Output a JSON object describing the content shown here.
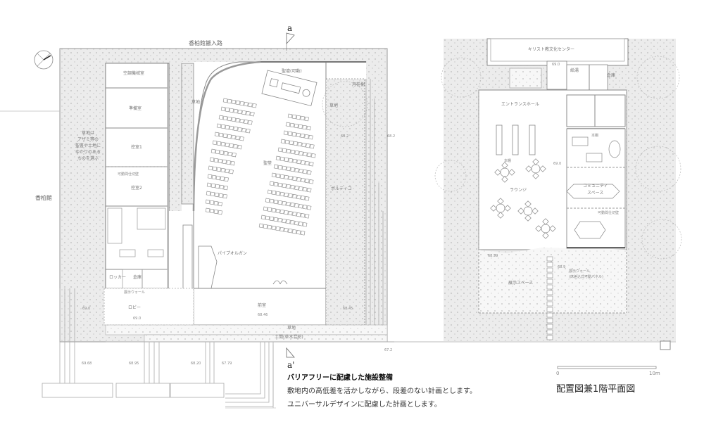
{
  "drawing": {
    "title": "配置図兼1階平面図",
    "scale_bar": {
      "start": "0",
      "end": "10m"
    },
    "section_marks": {
      "top": "a",
      "bottom": "a'"
    }
  },
  "notes": {
    "heading": "バリアフリーに配慮した施設整備",
    "lines": [
      "敷地内の高低差を活かしながら、段差のない計画とします。",
      "ユニバーサルデザインに配慮した計画とします。"
    ]
  },
  "site_labels": {
    "access_road": "香柏館搬入路",
    "neighbor_building": "香柏館",
    "lawn_note": [
      "草地は",
      "アザミ等の",
      "聖書や土地に",
      "ゆかりのある",
      "ものを選ぶ"
    ],
    "lawn_1": "草地",
    "lawn_2": "草地",
    "lawn_3": "草地",
    "tree": "月桂樹",
    "earth_floor": "土間(草木混紡)",
    "christian_center": "キリスト教文化センター"
  },
  "rooms_left": {
    "hvac": "空調機械室",
    "prep": "準備室",
    "waiting1": "控室1",
    "waiting2": "控室2",
    "movable_partition": "可動間仕切壁",
    "locker": "ロッカー",
    "storage": "倉庫",
    "display_wall": "展示ウォール",
    "lobby": "ロビー",
    "chapel": "聖堂",
    "altar": "聖壇(可動)",
    "pipe_organ": "パイプオルガン",
    "anteroom": "前室",
    "portico": "ポルティコ"
  },
  "rooms_right": {
    "kitchenette": "給湯",
    "storage": "倉庫",
    "entrance_hall": "エントランスホール",
    "bookshelf_1": "本棚",
    "bookshelf_2": "本棚",
    "lounge": "ラウンジ",
    "community": "コミュニティ",
    "community_2": "スペース",
    "movable_partition": "可動間仕切壁",
    "display_space": "展示スペース",
    "display_wall": "展示ウォール",
    "display_wall_note": "(床差込式可動パネル)"
  },
  "elevations": {
    "e_69_0_lobby_left": "69.0",
    "e_69_0_lobby": "69.0",
    "e_68_46": "68.46",
    "e_68_45": "68.45",
    "e_68_2_a": "68.2",
    "e_68_2_b": "68.2",
    "e_67_2": "67.2",
    "e_69_68": "69.68",
    "e_68_95": "68.95",
    "e_68_20": "68.20",
    "e_67_79": "67.79",
    "e_69_0_right_top": "69.0",
    "e_69_0_right_mid": "69.0",
    "e_68_99": "68.99",
    "e_68_9": "68.9"
  }
}
